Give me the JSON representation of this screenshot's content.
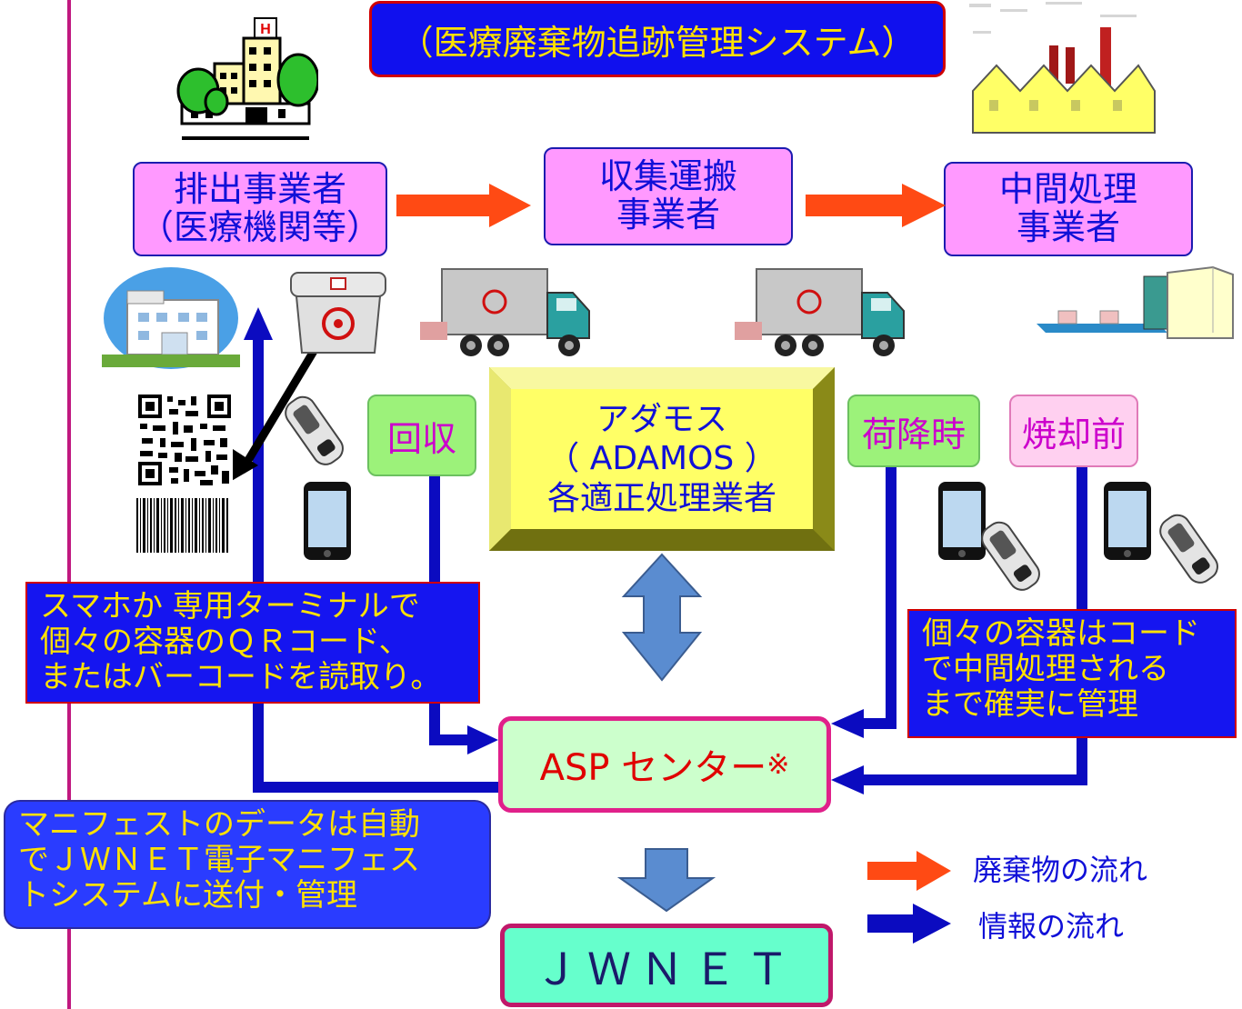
{
  "title": "（医療廃棄物追跡管理システム）",
  "actors": {
    "discharger": {
      "line1": "排出事業者",
      "line2": "（医療機関等）"
    },
    "collector": {
      "line1": "収集運搬",
      "line2": "事業者"
    },
    "processor": {
      "line1": "中間処理",
      "line2": "事業者"
    }
  },
  "center": {
    "line1": "アダモス",
    "line2": "（ ADAMOS ）",
    "line3": "各適正処理業者"
  },
  "stages": {
    "collect": "回収",
    "unload": "荷降時",
    "before_incineration": "焼却前"
  },
  "notes": {
    "left": [
      "スマホか 専用ターミナルで",
      "個々の容器のＱＲコード、",
      "またはバーコードを読取り。"
    ],
    "right": [
      "個々の容器はコード",
      "で中間処理される",
      "まで確実に管理"
    ],
    "manifest": [
      "マニフェストのデータは自動",
      "でＪＷＮＥＴ電子マニフェス",
      "トシステムに送付・管理"
    ]
  },
  "asp_center": {
    "label": "ASP センター",
    "mark": "※"
  },
  "jwnet": "ＪＷＮＥＴ",
  "legend": {
    "waste_flow": "廃棄物の流れ",
    "info_flow": "情報の流れ"
  },
  "colors": {
    "waste_arrow": "#ff4a14",
    "info_arrow": "#0b0bc0",
    "pink_box": "#ff99ff",
    "title_bg": "#1010ee"
  },
  "icons": [
    "hospital-building-icon",
    "factory-icon",
    "clinic-icon",
    "medical-waste-box-icon",
    "truck-icon",
    "conveyor-icon",
    "qr-code-icon",
    "barcode-icon",
    "scanner-icon",
    "smartphone-icon"
  ]
}
